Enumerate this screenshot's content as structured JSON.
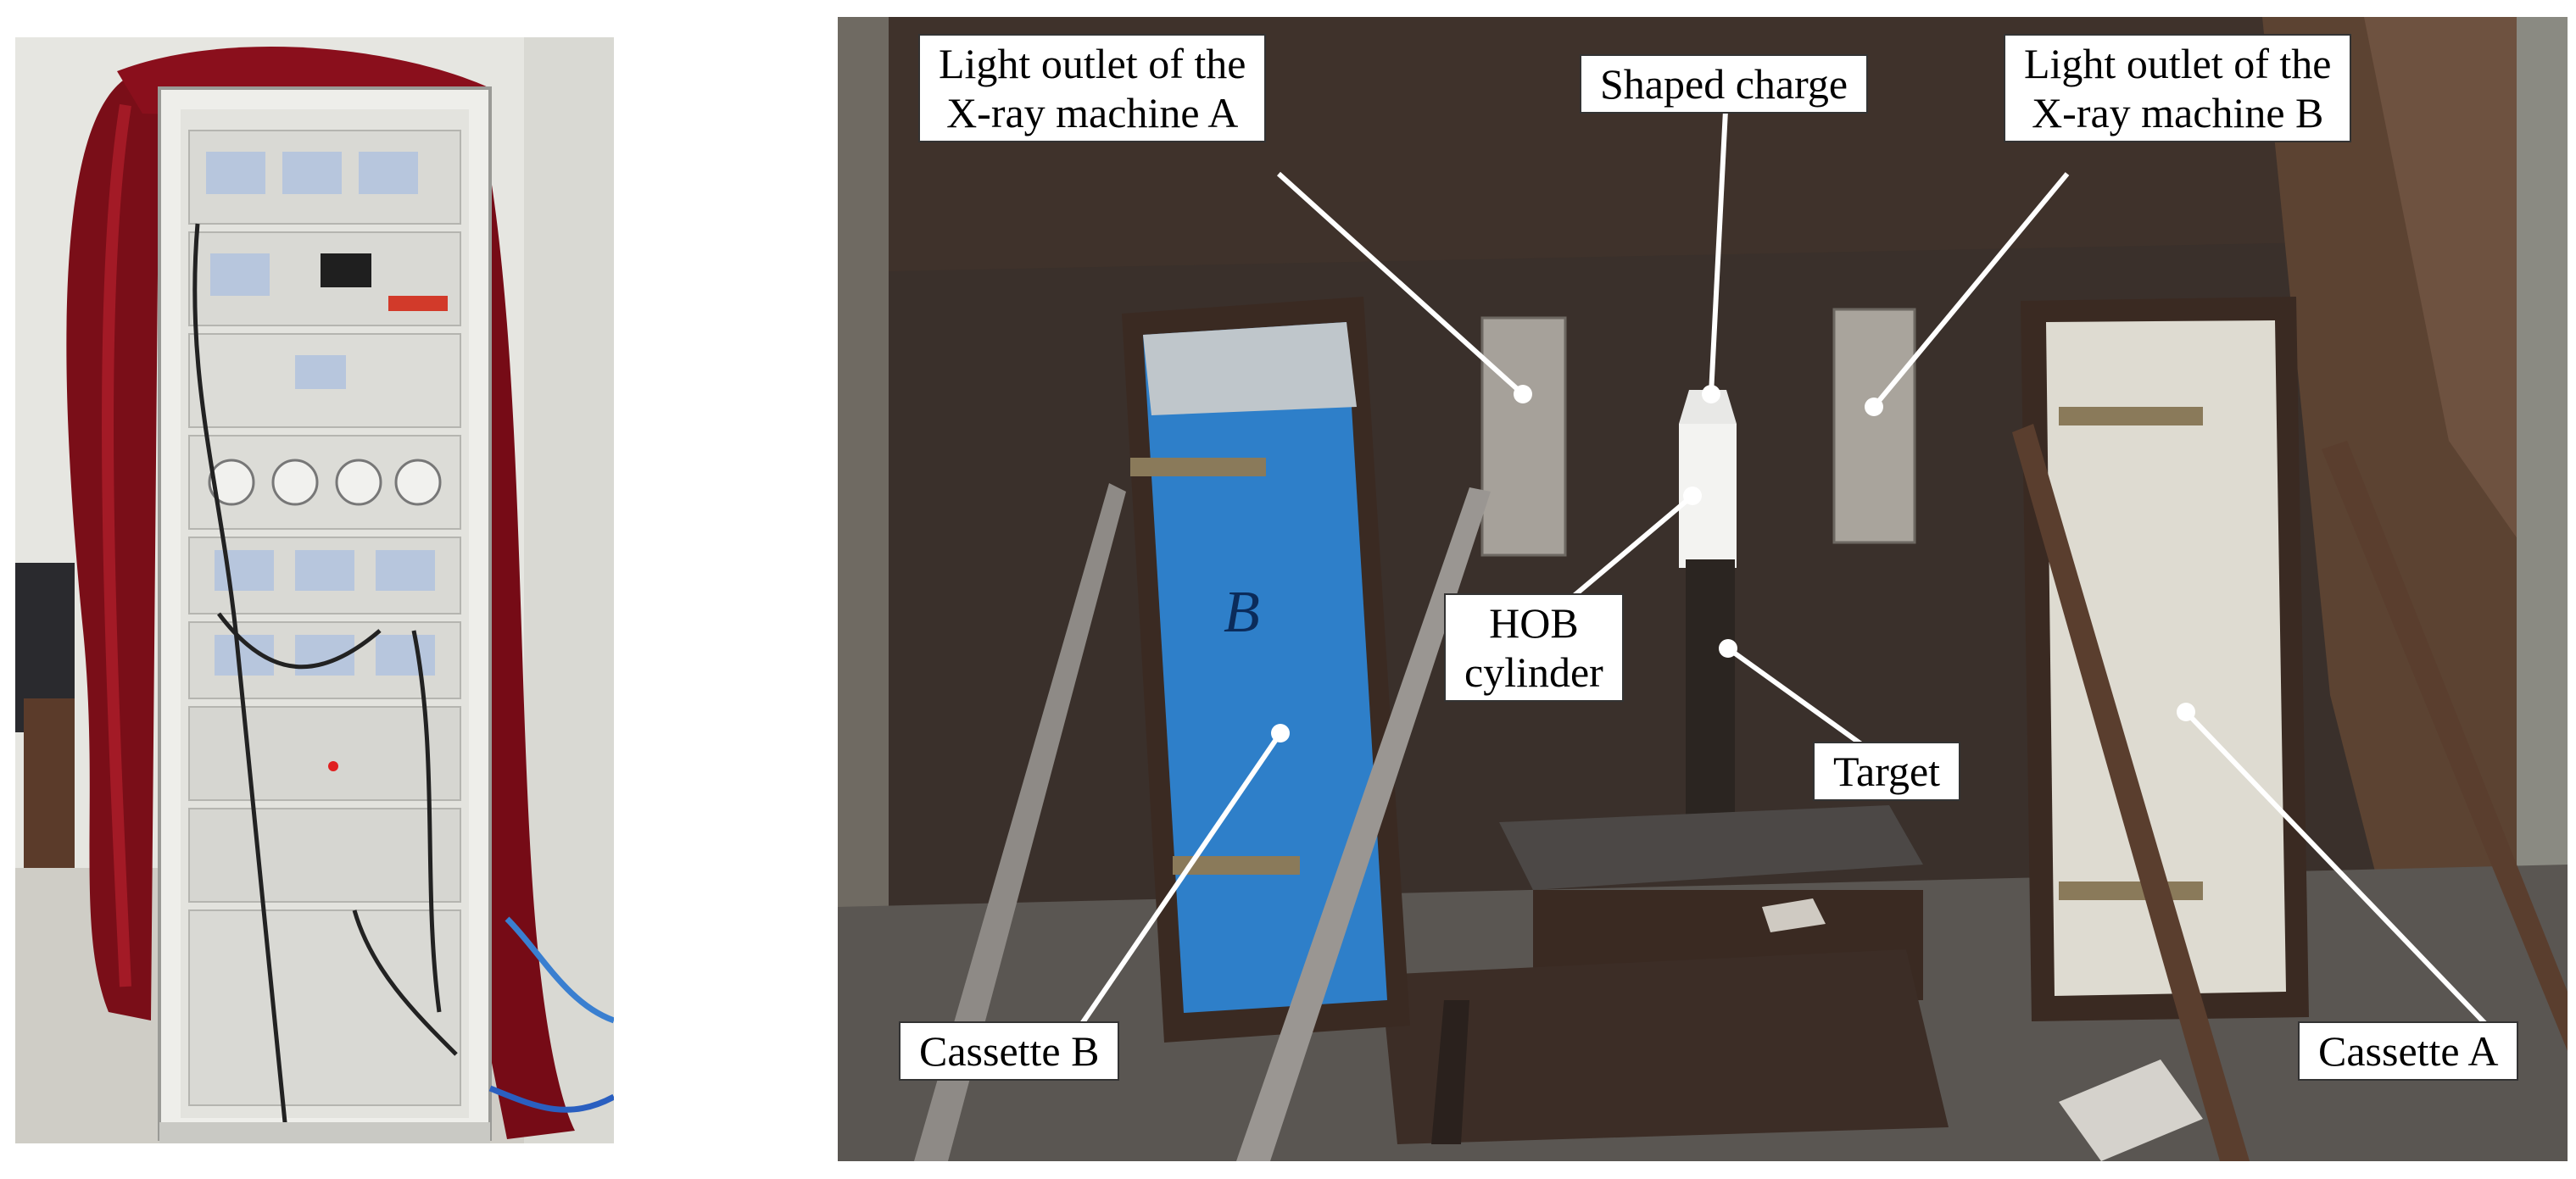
{
  "left_photo": {
    "subject": "x-ray-control-cabinet"
  },
  "right_photo": {
    "labels": {
      "outlet_a_line1": "Light outlet of the",
      "outlet_a_line2": "X-ray machine A",
      "shaped_charge": "Shaped charge",
      "outlet_b_line1": "Light outlet of the",
      "outlet_b_line2": "X-ray machine B",
      "hob_line1": "HOB",
      "hob_line2": "cylinder",
      "target": "Target",
      "cassette_b": "Cassette B",
      "cassette_a": "Cassette A"
    },
    "cassette_b_mark": "B"
  }
}
